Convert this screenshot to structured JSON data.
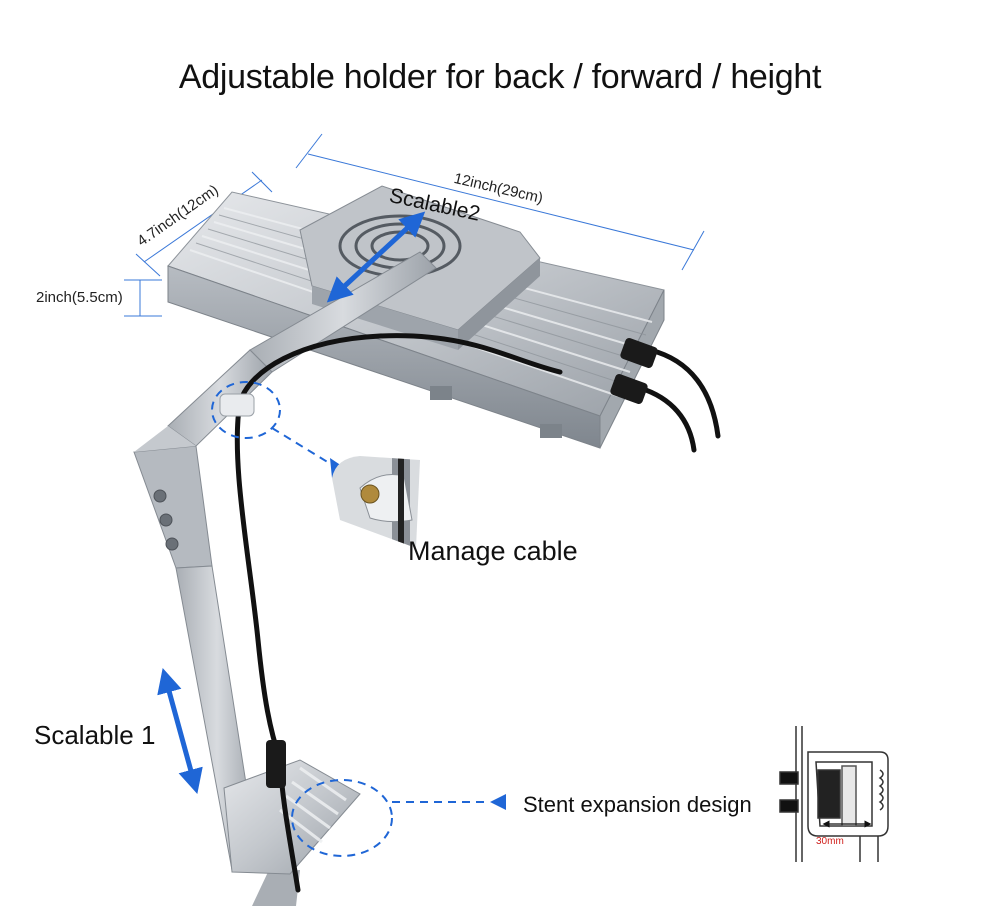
{
  "title": "Adjustable holder for back / forward / height",
  "dimensions": {
    "length": "12inch(29cm)",
    "width": "4.7inch(12cm)",
    "height": "2inch(5.5cm)"
  },
  "callouts": {
    "scalable2": "Scalable2",
    "scalable1": "Scalable 1",
    "manage_cable": "Manage cable",
    "stent_expansion": "Stent expansion design",
    "clamp_gap": "30mm"
  },
  "colors": {
    "accent_blue": "#1f66d6",
    "dimension_blue": "#3a78d8",
    "aluminum": "#c9ccd1",
    "cable": "#111111",
    "measure_red": "#d0201c"
  }
}
